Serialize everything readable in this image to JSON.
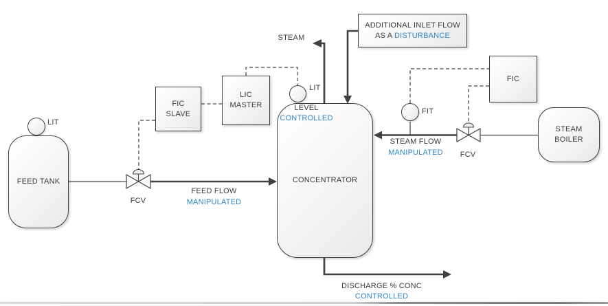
{
  "colors": {
    "accent": "#2E86C8",
    "line": "#404040",
    "text": "#3A3A3A"
  },
  "nodes": {
    "feed_tank": {
      "label": "FEED TANK"
    },
    "concentrator": {
      "label": "CONCENTRATOR"
    },
    "steam_boiler": {
      "label1": "STEAM",
      "label2": "BOILER"
    },
    "fic_slave": {
      "label1": "FIC",
      "label2": "SLAVE"
    },
    "lic_master": {
      "label1": "LIC",
      "label2": "MASTER"
    },
    "fic": {
      "label": "FIC"
    },
    "disturbance": {
      "label1": "ADDITIONAL INLET FLOW",
      "label2_prefix": "AS A",
      "label2_term": "DISTURBANCE"
    }
  },
  "instruments": {
    "feed_tank_lit": {
      "label": "LIT"
    },
    "concentrator_lit": {
      "label": "LIT"
    },
    "steam_fit": {
      "label": "FIT"
    }
  },
  "valves": {
    "feed_fcv": {
      "label": "FCV"
    },
    "steam_fcv": {
      "label": "FCV"
    }
  },
  "streams": {
    "steam_out": {
      "label": "STEAM"
    },
    "level": {
      "label": "LEVEL",
      "role": "CONTROLLED"
    },
    "feed": {
      "label": "FEED FLOW",
      "role": "MANIPULATED"
    },
    "steam_in": {
      "label": "STEAM FLOW",
      "role": "MANIPULATED"
    },
    "discharge": {
      "label": "DISCHARGE % CONC",
      "role": "CONTROLLED"
    }
  }
}
